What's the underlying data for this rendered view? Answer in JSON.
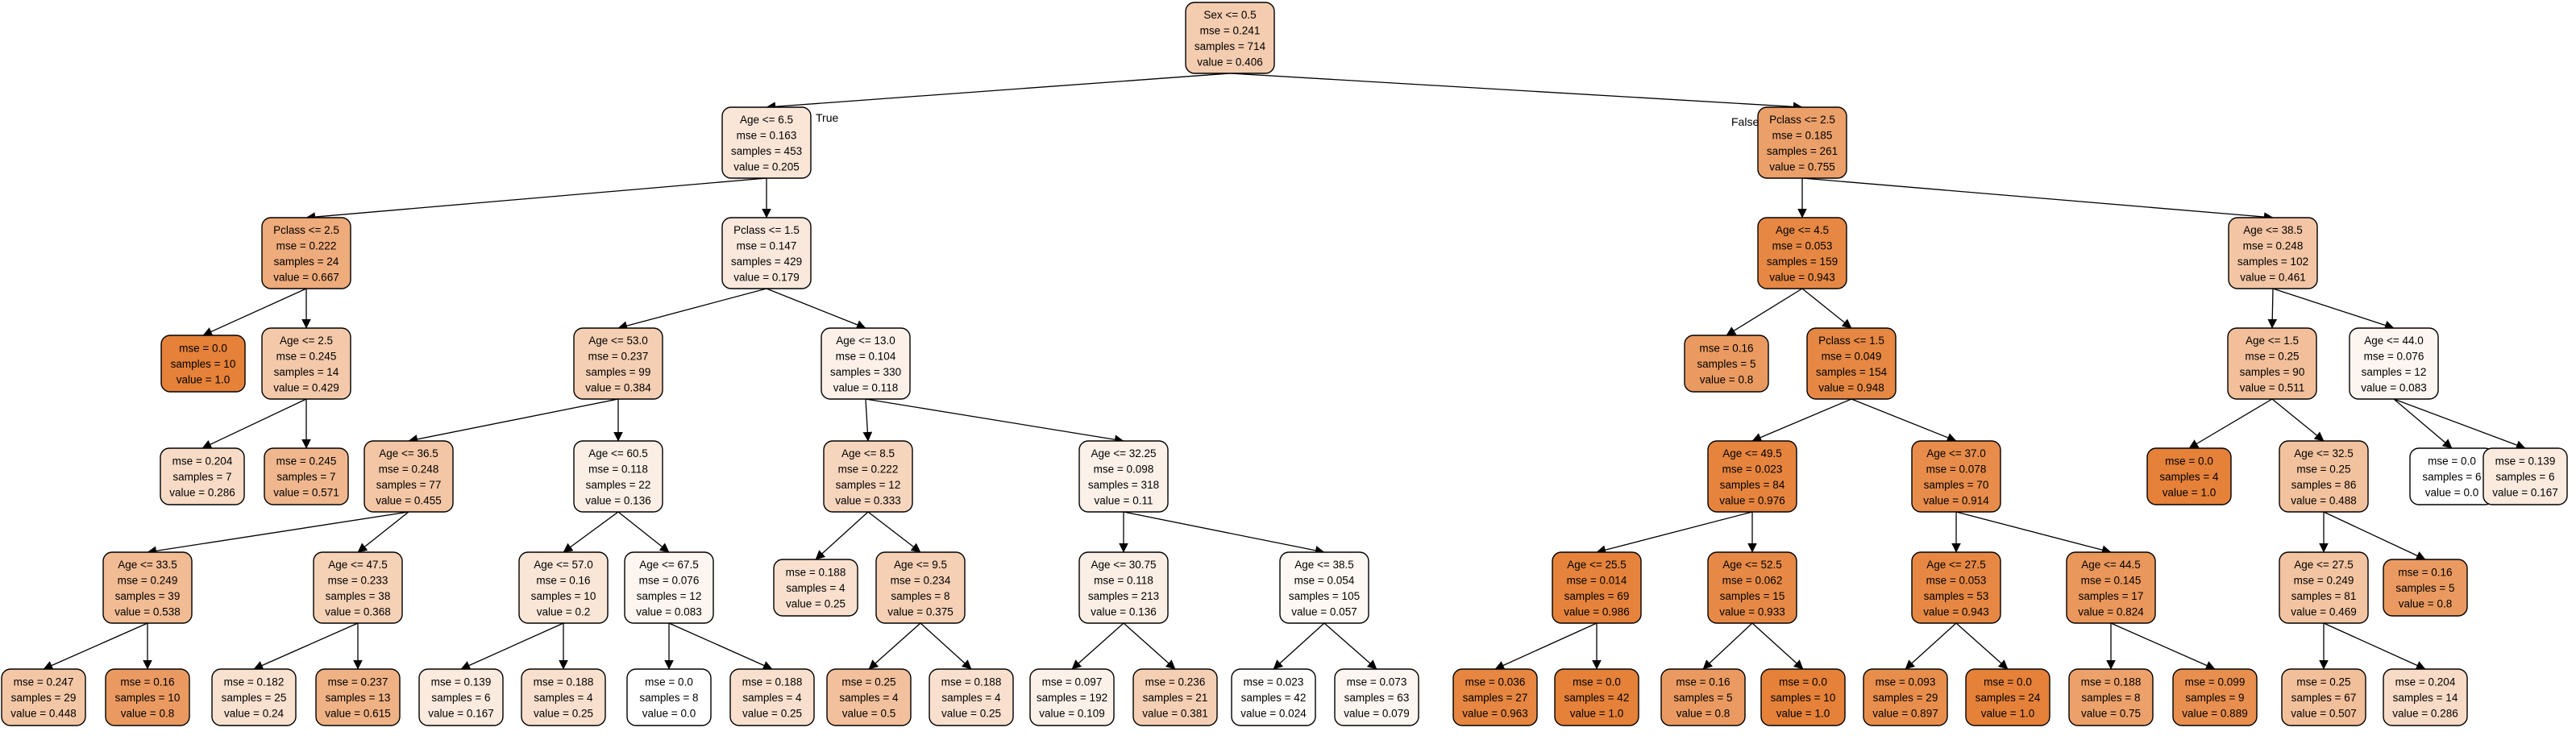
{
  "tree": {
    "edge_labels": {
      "left": "True",
      "right": "False"
    },
    "colors": {
      "low": "#ffffff",
      "high": "#e58139",
      "border": "#000000"
    },
    "nodes": [
      {
        "id": 0,
        "lines": [
          "Sex <= 0.5",
          "mse = 0.241",
          "samples = 714",
          "value = 0.406"
        ],
        "value": 0.406,
        "children": [
          1,
          30
        ]
      },
      {
        "id": 1,
        "lines": [
          "Age <= 6.5",
          "mse = 0.163",
          "samples = 453",
          "value = 0.205"
        ],
        "value": 0.205,
        "children": [
          2,
          8
        ]
      },
      {
        "id": 2,
        "lines": [
          "Pclass <= 2.5",
          "mse = 0.222",
          "samples = 24",
          "value = 0.667"
        ],
        "value": 0.667,
        "children": [
          3,
          4
        ]
      },
      {
        "id": 3,
        "lines": [
          "mse = 0.0",
          "samples = 10",
          "value = 1.0"
        ],
        "value": 1.0,
        "children": []
      },
      {
        "id": 4,
        "lines": [
          "Age <= 2.5",
          "mse = 0.245",
          "samples = 14",
          "value = 0.429"
        ],
        "value": 0.429,
        "children": [
          5,
          6
        ]
      },
      {
        "id": 5,
        "lines": [
          "mse = 0.204",
          "samples = 7",
          "value = 0.286"
        ],
        "value": 0.286,
        "children": []
      },
      {
        "id": 6,
        "lines": [
          "mse = 0.245",
          "samples = 7",
          "value = 0.571"
        ],
        "value": 0.571,
        "children": []
      },
      {
        "id": 8,
        "lines": [
          "Pclass <= 1.5",
          "mse = 0.147",
          "samples = 429",
          "value = 0.179"
        ],
        "value": 0.179,
        "children": [
          9,
          20
        ]
      },
      {
        "id": 9,
        "lines": [
          "Age <= 53.0",
          "mse = 0.237",
          "samples = 99",
          "value = 0.384"
        ],
        "value": 0.384,
        "children": [
          10,
          16
        ]
      },
      {
        "id": 10,
        "lines": [
          "Age <= 36.5",
          "mse = 0.248",
          "samples = 77",
          "value = 0.455"
        ],
        "value": 0.455,
        "children": [
          11,
          14
        ]
      },
      {
        "id": 11,
        "lines": [
          "Age <= 33.5",
          "mse = 0.249",
          "samples = 39",
          "value = 0.538"
        ],
        "value": 0.538,
        "children": [
          12,
          13
        ]
      },
      {
        "id": 12,
        "lines": [
          "mse = 0.247",
          "samples = 29",
          "value = 0.448"
        ],
        "value": 0.448,
        "children": []
      },
      {
        "id": 13,
        "lines": [
          "mse = 0.16",
          "samples = 10",
          "value = 0.8"
        ],
        "value": 0.8,
        "children": []
      },
      {
        "id": 14,
        "lines": [
          "Age <= 47.5",
          "mse = 0.233",
          "samples = 38",
          "value = 0.368"
        ],
        "value": 0.368,
        "children": [
          141,
          142
        ]
      },
      {
        "id": 141,
        "lines": [
          "mse = 0.182",
          "samples = 25",
          "value = 0.24"
        ],
        "value": 0.24,
        "children": []
      },
      {
        "id": 142,
        "lines": [
          "mse = 0.237",
          "samples = 13",
          "value = 0.615"
        ],
        "value": 0.615,
        "children": []
      },
      {
        "id": 16,
        "lines": [
          "Age <= 60.5",
          "mse = 0.118",
          "samples = 22",
          "value = 0.136"
        ],
        "value": 0.136,
        "children": [
          17,
          18
        ]
      },
      {
        "id": 17,
        "lines": [
          "Age <= 57.0",
          "mse = 0.16",
          "samples = 10",
          "value = 0.2"
        ],
        "value": 0.2,
        "children": [
          171,
          172
        ]
      },
      {
        "id": 171,
        "lines": [
          "mse = 0.139",
          "samples = 6",
          "value = 0.167"
        ],
        "value": 0.167,
        "children": []
      },
      {
        "id": 172,
        "lines": [
          "mse = 0.188",
          "samples = 4",
          "value = 0.25"
        ],
        "value": 0.25,
        "children": []
      },
      {
        "id": 18,
        "lines": [
          "Age <= 67.5",
          "mse = 0.076",
          "samples = 12",
          "value = 0.083"
        ],
        "value": 0.083,
        "children": [
          181,
          182
        ]
      },
      {
        "id": 181,
        "lines": [
          "mse = 0.0",
          "samples = 8",
          "value = 0.0"
        ],
        "value": 0.0,
        "children": []
      },
      {
        "id": 182,
        "lines": [
          "mse = 0.188",
          "samples = 4",
          "value = 0.25"
        ],
        "value": 0.25,
        "children": []
      },
      {
        "id": 20,
        "lines": [
          "Age <= 13.0",
          "mse = 0.104",
          "samples = 330",
          "value = 0.118"
        ],
        "value": 0.118,
        "children": [
          21,
          24
        ]
      },
      {
        "id": 21,
        "lines": [
          "Age <= 8.5",
          "mse = 0.222",
          "samples = 12",
          "value = 0.333"
        ],
        "value": 0.333,
        "children": [
          22,
          23
        ]
      },
      {
        "id": 22,
        "lines": [
          "mse = 0.188",
          "samples = 4",
          "value = 0.25"
        ],
        "value": 0.25,
        "children": []
      },
      {
        "id": 23,
        "lines": [
          "Age <= 9.5",
          "mse = 0.234",
          "samples = 8",
          "value = 0.375"
        ],
        "value": 0.375,
        "children": [
          231,
          232
        ]
      },
      {
        "id": 231,
        "lines": [
          "mse = 0.25",
          "samples = 4",
          "value = 0.5"
        ],
        "value": 0.5,
        "children": []
      },
      {
        "id": 232,
        "lines": [
          "mse = 0.188",
          "samples = 4",
          "value = 0.25"
        ],
        "value": 0.25,
        "children": []
      },
      {
        "id": 24,
        "lines": [
          "Age <= 32.25",
          "mse = 0.098",
          "samples = 318",
          "value = 0.11"
        ],
        "value": 0.11,
        "children": [
          25,
          27
        ]
      },
      {
        "id": 25,
        "lines": [
          "Age <= 30.75",
          "mse = 0.118",
          "samples = 213",
          "value = 0.136"
        ],
        "value": 0.136,
        "children": [
          251,
          252
        ]
      },
      {
        "id": 251,
        "lines": [
          "mse = 0.097",
          "samples = 192",
          "value = 0.109"
        ],
        "value": 0.109,
        "children": []
      },
      {
        "id": 252,
        "lines": [
          "mse = 0.236",
          "samples = 21",
          "value = 0.381"
        ],
        "value": 0.381,
        "children": []
      },
      {
        "id": 27,
        "lines": [
          "Age <= 38.5",
          "mse = 0.054",
          "samples = 105",
          "value = 0.057"
        ],
        "value": 0.057,
        "children": [
          271,
          272
        ]
      },
      {
        "id": 271,
        "lines": [
          "mse = 0.023",
          "samples = 42",
          "value = 0.024"
        ],
        "value": 0.024,
        "children": []
      },
      {
        "id": 272,
        "lines": [
          "mse = 0.073",
          "samples = 63",
          "value = 0.079"
        ],
        "value": 0.079,
        "children": []
      },
      {
        "id": 30,
        "lines": [
          "Pclass <= 2.5",
          "mse = 0.185",
          "samples = 261",
          "value = 0.755"
        ],
        "value": 0.755,
        "children": [
          31,
          50
        ]
      },
      {
        "id": 31,
        "lines": [
          "Age <= 4.5",
          "mse = 0.053",
          "samples = 159",
          "value = 0.943"
        ],
        "value": 0.943,
        "children": [
          32,
          33
        ]
      },
      {
        "id": 32,
        "lines": [
          "mse = 0.16",
          "samples = 5",
          "value = 0.8"
        ],
        "value": 0.8,
        "children": []
      },
      {
        "id": 33,
        "lines": [
          "Pclass <= 1.5",
          "mse = 0.049",
          "samples = 154",
          "value = 0.948"
        ],
        "value": 0.948,
        "children": [
          34,
          40
        ]
      },
      {
        "id": 34,
        "lines": [
          "Age <= 49.5",
          "mse = 0.023",
          "samples = 84",
          "value = 0.976"
        ],
        "value": 0.976,
        "children": [
          35,
          38
        ]
      },
      {
        "id": 35,
        "lines": [
          "Age <= 25.5",
          "mse = 0.014",
          "samples = 69",
          "value = 0.986"
        ],
        "value": 0.986,
        "children": [
          351,
          352
        ]
      },
      {
        "id": 351,
        "lines": [
          "mse = 0.036",
          "samples = 27",
          "value = 0.963"
        ],
        "value": 0.963,
        "children": []
      },
      {
        "id": 352,
        "lines": [
          "mse = 0.0",
          "samples = 42",
          "value = 1.0"
        ],
        "value": 1.0,
        "children": []
      },
      {
        "id": 38,
        "lines": [
          "Age <= 52.5",
          "mse = 0.062",
          "samples = 15",
          "value = 0.933"
        ],
        "value": 0.933,
        "children": [
          381,
          382
        ]
      },
      {
        "id": 381,
        "lines": [
          "mse = 0.16",
          "samples = 5",
          "value = 0.8"
        ],
        "value": 0.8,
        "children": []
      },
      {
        "id": 382,
        "lines": [
          "mse = 0.0",
          "samples = 10",
          "value = 1.0"
        ],
        "value": 1.0,
        "children": []
      },
      {
        "id": 40,
        "lines": [
          "Age <= 37.0",
          "mse = 0.078",
          "samples = 70",
          "value = 0.914"
        ],
        "value": 0.914,
        "children": [
          41,
          44
        ]
      },
      {
        "id": 41,
        "lines": [
          "Age <= 27.5",
          "mse = 0.053",
          "samples = 53",
          "value = 0.943"
        ],
        "value": 0.943,
        "children": [
          411,
          412
        ]
      },
      {
        "id": 411,
        "lines": [
          "mse = 0.093",
          "samples = 29",
          "value = 0.897"
        ],
        "value": 0.897,
        "children": []
      },
      {
        "id": 412,
        "lines": [
          "mse = 0.0",
          "samples = 24",
          "value = 1.0"
        ],
        "value": 1.0,
        "children": []
      },
      {
        "id": 44,
        "lines": [
          "Age <= 44.5",
          "mse = 0.145",
          "samples = 17",
          "value = 0.824"
        ],
        "value": 0.824,
        "children": [
          441,
          442
        ]
      },
      {
        "id": 441,
        "lines": [
          "mse = 0.188",
          "samples = 8",
          "value = 0.75"
        ],
        "value": 0.75,
        "children": []
      },
      {
        "id": 442,
        "lines": [
          "mse = 0.099",
          "samples = 9",
          "value = 0.889"
        ],
        "value": 0.889,
        "children": []
      },
      {
        "id": 50,
        "lines": [
          "Age <= 38.5",
          "mse = 0.248",
          "samples = 102",
          "value = 0.461"
        ],
        "value": 0.461,
        "children": [
          51,
          60
        ]
      },
      {
        "id": 51,
        "lines": [
          "Age <= 1.5",
          "mse = 0.25",
          "samples = 90",
          "value = 0.511"
        ],
        "value": 0.511,
        "children": [
          52,
          53
        ]
      },
      {
        "id": 52,
        "lines": [
          "mse = 0.0",
          "samples = 4",
          "value = 1.0"
        ],
        "value": 1.0,
        "children": []
      },
      {
        "id": 53,
        "lines": [
          "Age <= 32.5",
          "mse = 0.25",
          "samples = 86",
          "value = 0.488"
        ],
        "value": 0.488,
        "children": [
          54,
          57
        ]
      },
      {
        "id": 54,
        "lines": [
          "Age <= 27.5",
          "mse = 0.249",
          "samples = 81",
          "value = 0.469"
        ],
        "value": 0.469,
        "children": [
          541,
          542
        ]
      },
      {
        "id": 541,
        "lines": [
          "mse = 0.25",
          "samples = 67",
          "value = 0.507"
        ],
        "value": 0.507,
        "children": []
      },
      {
        "id": 542,
        "lines": [
          "mse = 0.204",
          "samples = 14",
          "value = 0.286"
        ],
        "value": 0.286,
        "children": []
      },
      {
        "id": 57,
        "lines": [
          "mse = 0.16",
          "samples = 5",
          "value = 0.8"
        ],
        "value": 0.8,
        "children": []
      },
      {
        "id": 60,
        "lines": [
          "Age <= 44.0",
          "mse = 0.076",
          "samples = 12",
          "value = 0.083"
        ],
        "value": 0.083,
        "children": [
          61,
          62
        ]
      },
      {
        "id": 61,
        "lines": [
          "mse = 0.0",
          "samples = 6",
          "value = 0.0"
        ],
        "value": 0.0,
        "children": []
      },
      {
        "id": 62,
        "lines": [
          "mse = 0.139",
          "samples = 6",
          "value = 0.167"
        ],
        "value": 0.167,
        "children": []
      }
    ]
  }
}
